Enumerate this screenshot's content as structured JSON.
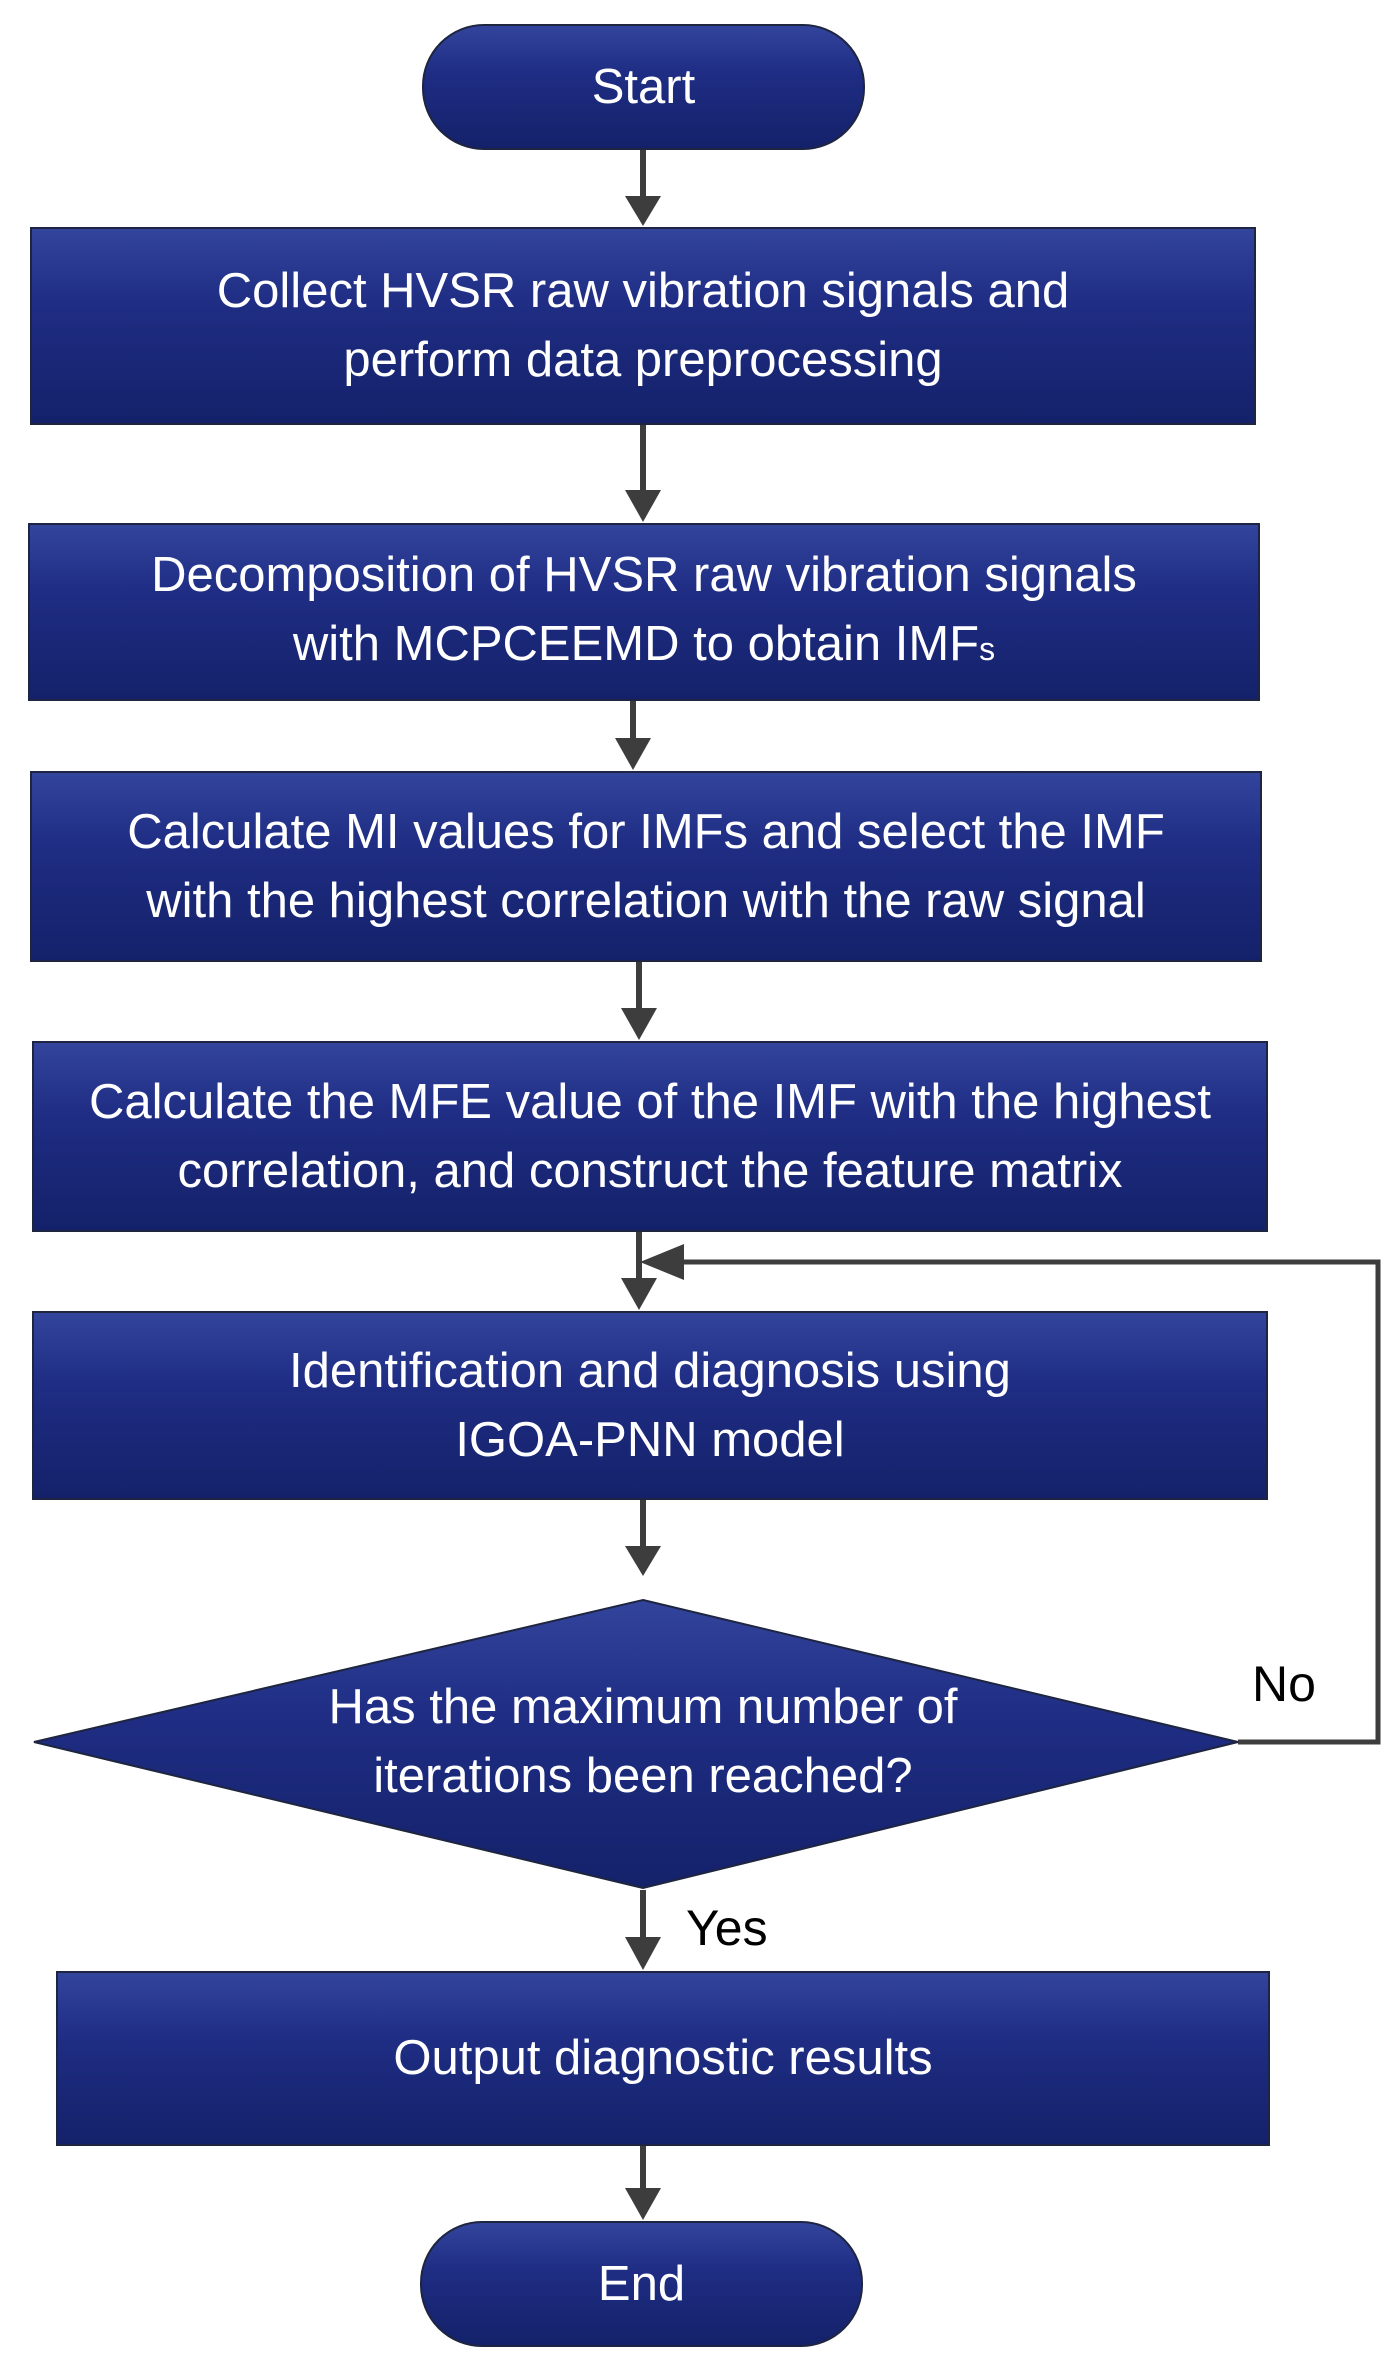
{
  "colors": {
    "node_fill": "#1f2d84",
    "node_border": "#1e2540",
    "connector": "#3d3d3d",
    "text": "#ffffff"
  },
  "nodes": {
    "start": {
      "label": "Start"
    },
    "collect": {
      "line1": "Collect HVSR raw vibration signals and",
      "line2": "perform data preprocessing"
    },
    "decompose": {
      "line1": "Decomposition of HVSR raw vibration signals",
      "line2_main": "with MCPCEEMD to obtain IMF",
      "line2_sub": "s"
    },
    "mi": {
      "line1": "Calculate MI values for IMFs and select the IMF",
      "line2": "with the highest correlation with the raw signal"
    },
    "mfe": {
      "line1": "Calculate the MFE value of the IMF with the highest",
      "line2": "correlation, and construct the feature matrix"
    },
    "identify": {
      "line1": "Identification and diagnosis using",
      "line2": "IGOA-PNN model"
    },
    "decision": {
      "line1": "Has the maximum number of",
      "line2": "iterations been reached?"
    },
    "output": {
      "label": "Output diagnostic results"
    },
    "end": {
      "label": "End"
    }
  },
  "edges": {
    "no_label": "No",
    "yes_label": "Yes"
  }
}
